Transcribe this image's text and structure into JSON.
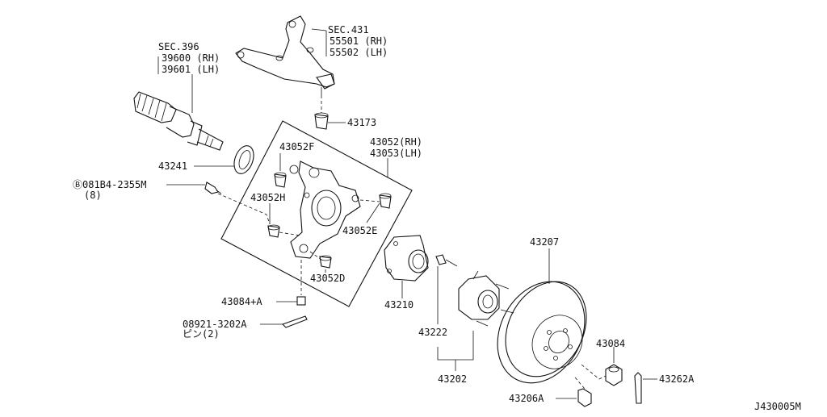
{
  "diagram": {
    "code": "J430005M",
    "labels": {
      "sec431": "SEC.431",
      "sec431_rh": "55501 (RH)",
      "sec431_lh": "55502 (LH)",
      "sec396": "SEC.396",
      "sec396_rh": "39600 (RH)",
      "sec396_lh": "39601 (LH)",
      "p43173": "43173",
      "p43052rh": "43052(RH)",
      "p43053lh": "43053(LH)",
      "p43052f": "43052F",
      "p43241": "43241",
      "bolt_spec": "Ⓑ081B4-2355M",
      "bolt_qty": "(8)",
      "p43052h": "43052H",
      "p43052e": "43052E",
      "p43052d": "43052D",
      "p43084a": "43084+A",
      "p08921": "08921-3202A",
      "p08921_qty": "ピン(2)",
      "p43210": "43210",
      "p43207": "43207",
      "p43222": "43222",
      "p43202": "43202",
      "p43084": "43084",
      "p43262a": "43262A",
      "p43206a": "43206A"
    }
  }
}
